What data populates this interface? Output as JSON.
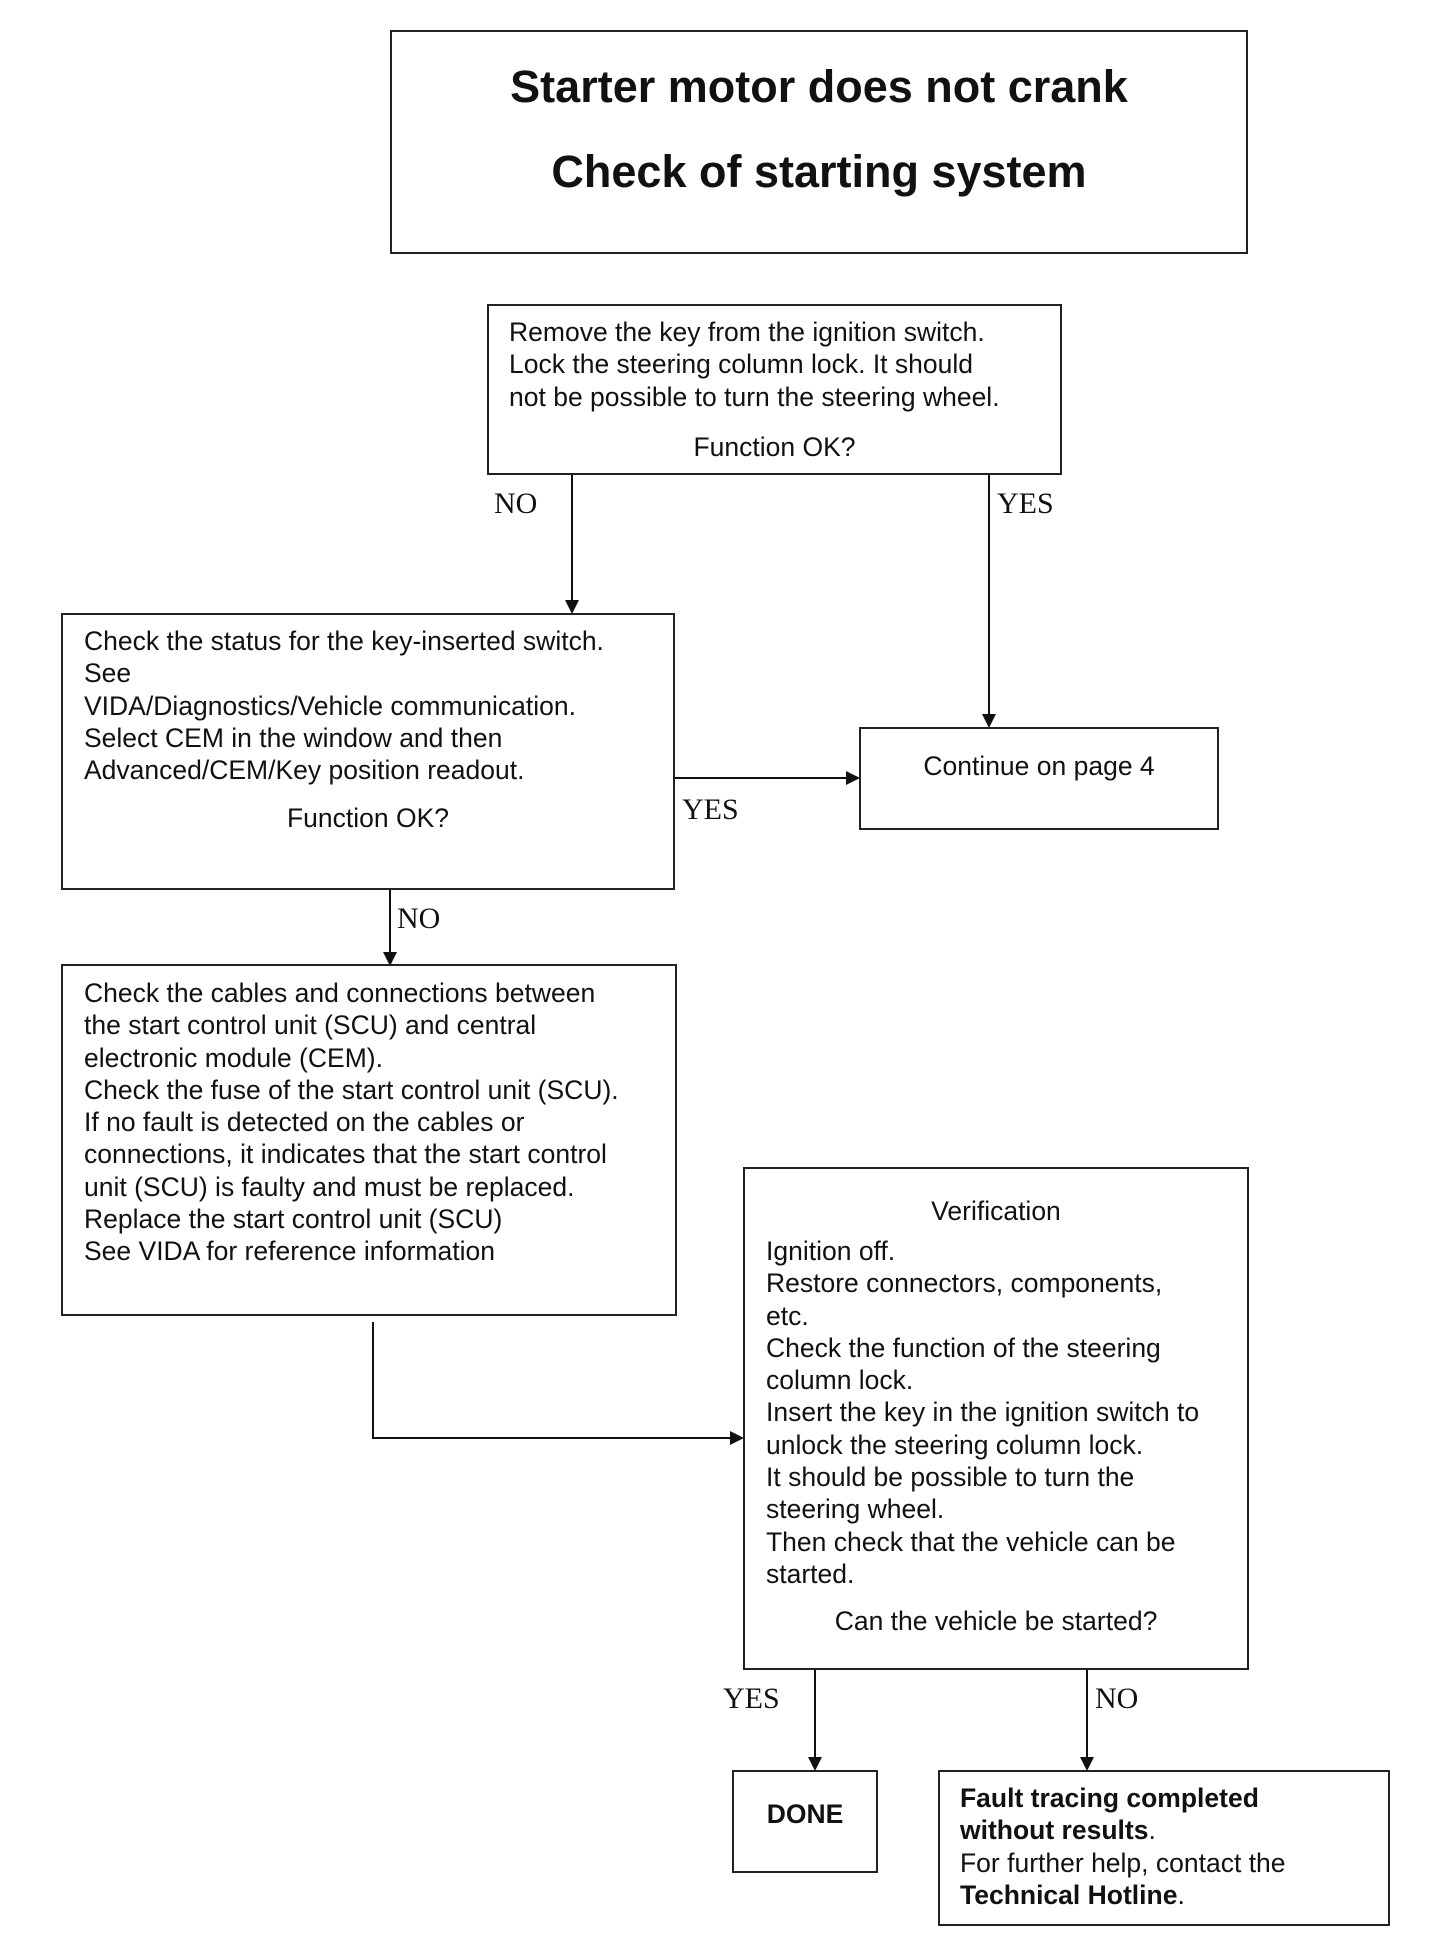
{
  "title": {
    "line1": "Starter motor does not crank",
    "line2": "Check of starting system"
  },
  "step1": {
    "text": "Remove the key from the ignition switch.\nLock the steering column lock. It should\nnot be possible to turn the steering wheel.",
    "question": "Function OK?"
  },
  "step2": {
    "text": "Check the status for the key-inserted switch.\nSee\nVIDA/Diagnostics/Vehicle communication.\nSelect CEM in the window and then\nAdvanced/CEM/Key position readout.",
    "question": "Function OK?"
  },
  "continue": {
    "text": "Continue on page 4"
  },
  "step3": {
    "text": "Check the cables and connections between\nthe start control unit (SCU) and central\nelectronic module (CEM).\nCheck the fuse of the start control unit (SCU).\nIf no fault is detected on the cables or\nconnections, it indicates that the start control\nunit (SCU) is faulty and must be replaced.\nReplace the start control unit (SCU)\nSee VIDA for reference information"
  },
  "verification": {
    "heading": "Verification",
    "text": "Ignition off.\nRestore connectors, components,\netc.\nCheck the function of the steering\ncolumn lock.\nInsert the key in the ignition switch to\nunlock the steering column lock.\nIt should be possible to turn the\nsteering wheel.\nThen check that the vehicle can be\nstarted.",
    "question": "Can the vehicle be started?"
  },
  "done": {
    "text": "DONE"
  },
  "fault": {
    "bold1": "Fault tracing completed",
    "bold2": "without results",
    "dot1": ".",
    "line3": "For further help, contact the",
    "bold3": "Technical Hotline",
    "dot2": "."
  },
  "labels": {
    "no1": "NO",
    "yes1": "YES",
    "yes2": "YES",
    "no2": "NO",
    "yes3": "YES",
    "no3": "NO"
  }
}
